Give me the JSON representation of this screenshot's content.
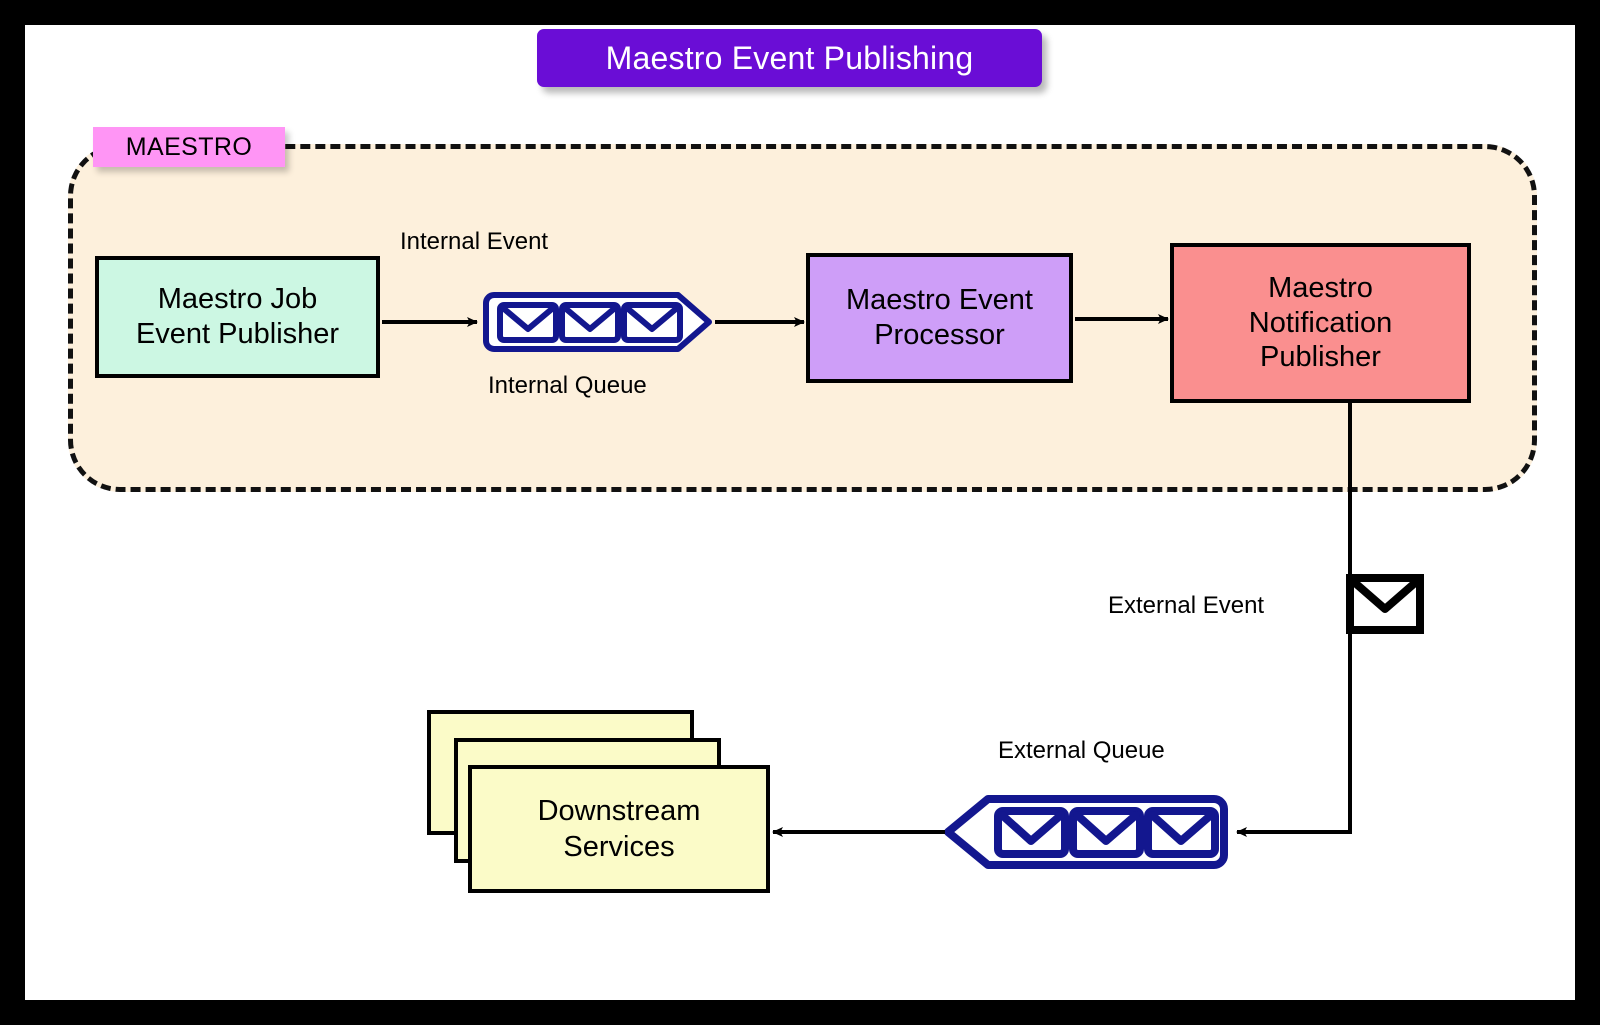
{
  "title": {
    "text": "Maestro Event Publishing",
    "background": "#6a0dd6",
    "color": "#ffffff"
  },
  "boundary": {
    "label": "MAESTRO",
    "label_background": "#ff95f5",
    "fill": "#fdf0dc",
    "stroke": "#111111",
    "style": "dashed-rounded"
  },
  "nodes": {
    "publisher": {
      "label": "Maestro Job\nEvent Publisher",
      "fill": "#ccf7e3"
    },
    "processor": {
      "label": "Maestro Event\nProcessor",
      "fill": "#ce9ef8"
    },
    "notification": {
      "label": "Maestro\nNotification\nPublisher",
      "fill": "#fa8f8f"
    },
    "downstream": {
      "label": "Downstream\nServices",
      "fill": "#fbfbc8",
      "stack_count": 3
    }
  },
  "labels": {
    "internal_event": "Internal Event",
    "internal_queue": "Internal Queue",
    "external_event": "External Event",
    "external_queue": "External Queue"
  },
  "icons": {
    "queue_internal": {
      "name": "queue-icon",
      "envelope_count": 3,
      "color": "#13178f",
      "point_side": "right"
    },
    "queue_external": {
      "name": "queue-icon",
      "envelope_count": 3,
      "color": "#13178f",
      "point_side": "left"
    },
    "envelope_external": {
      "name": "envelope-icon",
      "color": "#000000"
    }
  },
  "flow": [
    {
      "from": "publisher",
      "to": "queue_internal",
      "label": "Internal Event"
    },
    {
      "from": "queue_internal",
      "to": "processor",
      "label": ""
    },
    {
      "from": "processor",
      "to": "notification",
      "label": ""
    },
    {
      "from": "notification",
      "to": "queue_external",
      "label": "External Event"
    },
    {
      "from": "queue_external",
      "to": "downstream",
      "label": ""
    }
  ]
}
